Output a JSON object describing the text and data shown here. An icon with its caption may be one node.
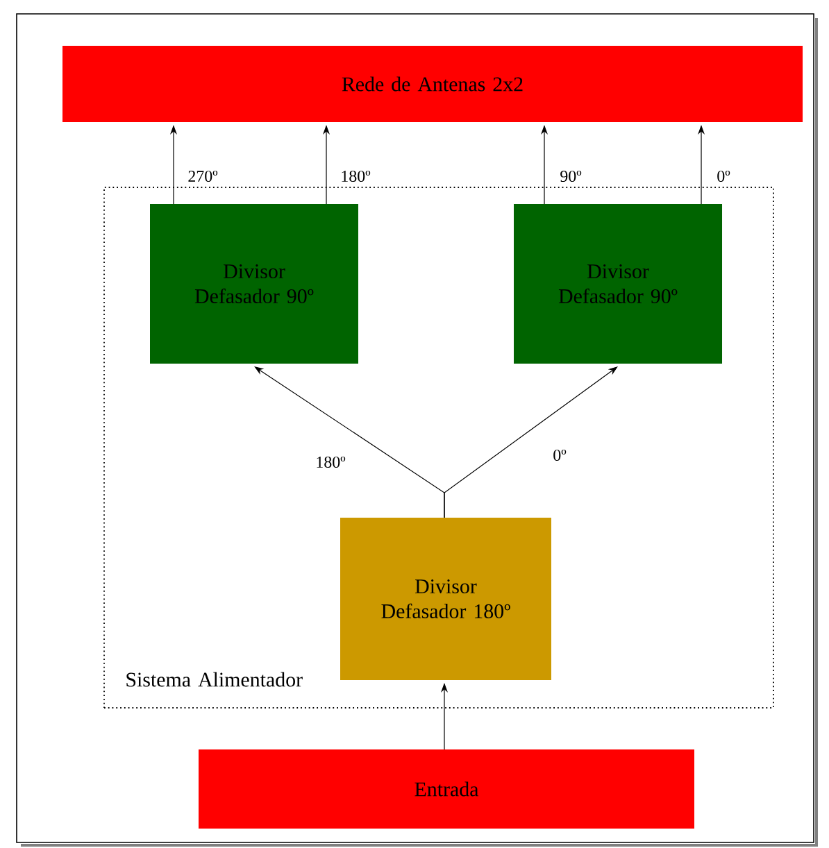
{
  "diagram": {
    "nodes": [
      {
        "text": [
          "Rede de Antenas 2x2"
        ]
      },
      {
        "text": [
          "Sistema Alimentador"
        ]
      },
      {
        "text": [
          "Divisor Defasador 90º"
        ],
        "in": 1
      },
      {
        "text": [
          "Divisor Defasador 90º"
        ],
        "in": 1
      },
      {
        "text": [
          "Divisor Defasador 180º"
        ],
        "in": 1
      },
      {
        "text": [
          "Entrada"
        ]
      }
    ],
    "edges": [
      {
        "from": 2,
        "to": 0,
        "arrow": "to",
        "label": "270º"
      },
      {
        "from": 2,
        "to": 0,
        "arrow": "to",
        "label": "180º"
      },
      {
        "from": 3,
        "to": 0,
        "arrow": "to",
        "label": "90º"
      },
      {
        "from": 3,
        "to": 0,
        "arrow": "to",
        "label": "0º"
      },
      {
        "from": 4,
        "to": 2,
        "arrow": "to",
        "label": "180º"
      },
      {
        "from": 4,
        "to": 3,
        "arrow": "to",
        "label": "0º"
      },
      {
        "from": 5,
        "to": 4,
        "arrow": "to"
      }
    ]
  }
}
